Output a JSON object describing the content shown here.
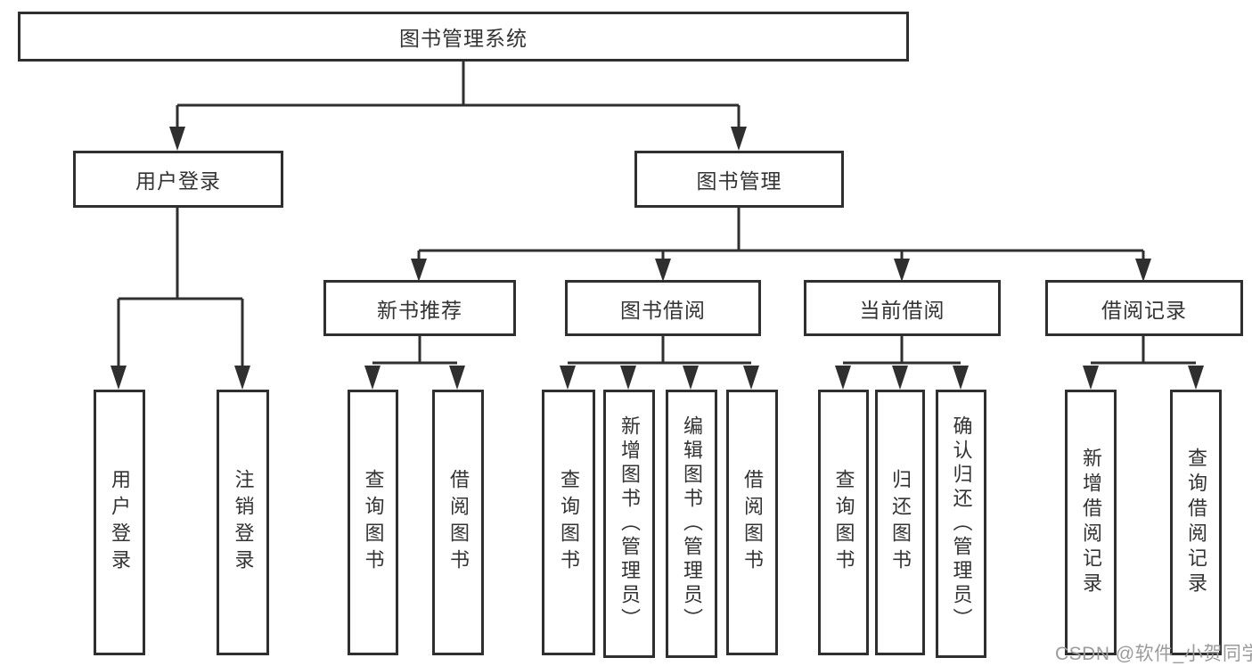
{
  "tree": {
    "label": "图书管理系统",
    "children": [
      {
        "label": "用户登录",
        "children": [
          {
            "label": "用户登录"
          },
          {
            "label": "注销登录"
          }
        ]
      },
      {
        "label": "图书管理",
        "children": [
          {
            "label": "新书推荐",
            "children": [
              {
                "label": "查询图书"
              },
              {
                "label": "借阅图书"
              }
            ]
          },
          {
            "label": "图书借阅",
            "children": [
              {
                "label": "查询图书"
              },
              {
                "label": "新增图书（管理员）"
              },
              {
                "label": "编辑图书（管理员）"
              },
              {
                "label": "借阅图书"
              }
            ]
          },
          {
            "label": "当前借阅",
            "children": [
              {
                "label": "查询图书"
              },
              {
                "label": "归还图书"
              },
              {
                "label": "确认归还（管理员）"
              }
            ]
          },
          {
            "label": "借阅记录",
            "children": [
              {
                "label": "新增借阅记录"
              },
              {
                "label": "查询借阅记录"
              }
            ]
          }
        ]
      }
    ]
  },
  "watermark": {
    "text": "CSDN @软件_小贺同学",
    "color": "#9b9b9b"
  },
  "colors": {
    "line": "#2f2f2f",
    "border": "#2f2f2f",
    "text": "#333333",
    "background": "#ffffff"
  }
}
